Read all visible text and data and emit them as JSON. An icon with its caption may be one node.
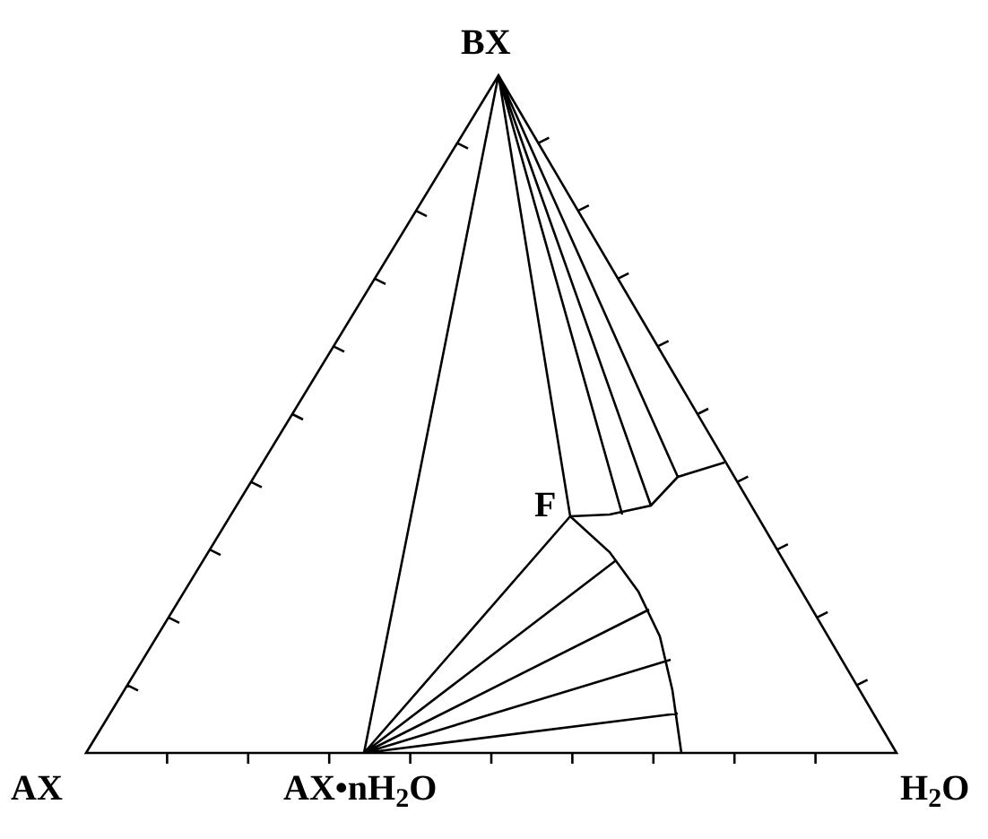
{
  "diagram": {
    "labels": [
      "BX",
      "F",
      "AX",
      "AX•nH$_{2}$O",
      "H$_{2}$O"
    ]
  }
}
